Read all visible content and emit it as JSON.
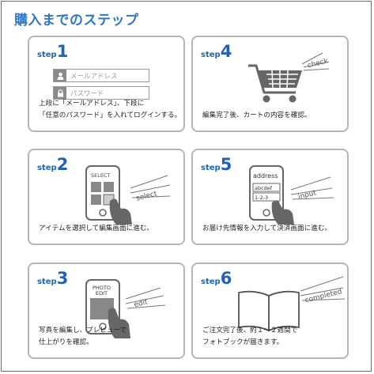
{
  "title": "購入までのステップ",
  "step_word": "step",
  "steps": [
    {
      "number": "1",
      "email_placeholder": "メールアドレス",
      "password_placeholder": "パスワード",
      "desc": [
        "上段に「メールアドレス」、下段に",
        "「任意のパスワード」を入れてログインする。"
      ]
    },
    {
      "number": "2",
      "screen_label": "SELECT",
      "gesture": "select",
      "desc": [
        "アイテムを選択して編集画面に進む。"
      ]
    },
    {
      "number": "3",
      "screen_label_1": "PHOTO",
      "screen_label_2": "EDIT",
      "gesture": "edit",
      "desc": [
        "写真を編集し、プレビューで",
        "仕上がりを確認。"
      ]
    },
    {
      "number": "4",
      "gesture": "check",
      "desc": [
        "編集完了後、カートの内容を確認。"
      ]
    },
    {
      "number": "5",
      "screen_label": "address",
      "field_1": "abcdef",
      "field_2": "1-2-3",
      "gesture": "input",
      "desc": [
        "お届け先情報を入力して決済画面に進む。"
      ]
    },
    {
      "number": "6",
      "gesture": "completed",
      "desc": [
        "ご注文完了後、約１～２週間で",
        "フォトブックが届きます。"
      ]
    }
  ],
  "colors": {
    "accent": "#2f77c8",
    "step_label": "#1f63b8",
    "card_border": "#b5b5b5",
    "illustration": "#666666"
  },
  "icons": [
    "user-icon",
    "lock-icon",
    "shopping-cart-icon",
    "smartphone-icon",
    "hand-tap-icon",
    "open-book-icon"
  ]
}
